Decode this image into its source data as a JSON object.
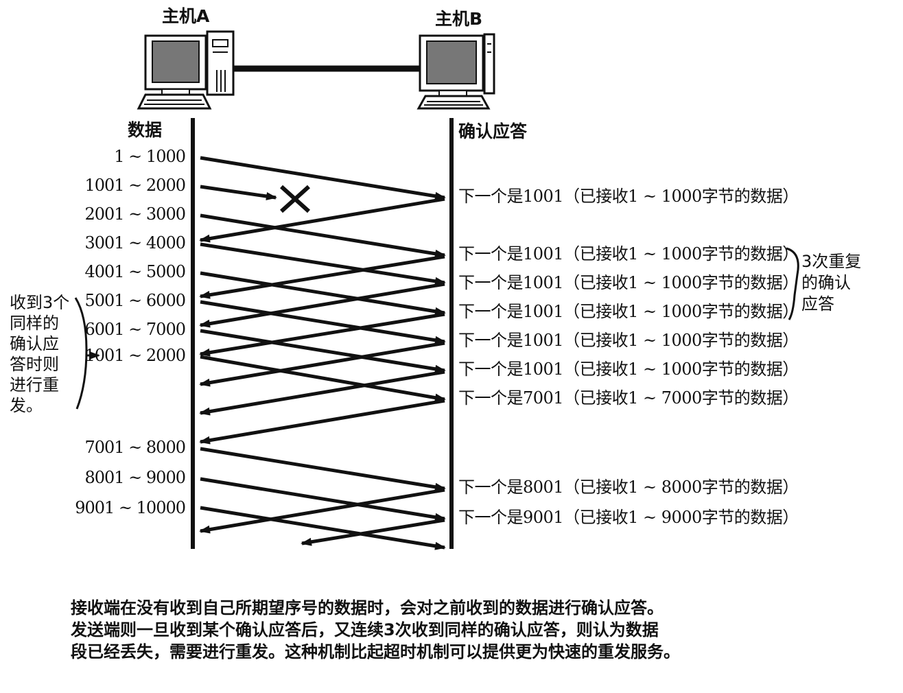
{
  "hosts": {
    "a_label": "主机A",
    "b_label": "主机B"
  },
  "column_headers": {
    "data": "数据",
    "ack": "确认应答"
  },
  "data_segments": [
    "1 ~ 1000",
    "1001 ~ 2000",
    "2001 ~ 3000",
    "3001 ~ 4000",
    "4001 ~ 5000",
    "5001 ~ 6000",
    "6001 ~ 7000",
    "1001 ~ 2000",
    "7001 ~ 8000",
    "8001 ~ 9000",
    "9001 ~ 10000"
  ],
  "acks": [
    "下一个是1001（已接收1 ~ 1000字节的数据）",
    "下一个是1001（已接收1 ~ 1000字节的数据）",
    "下一个是1001（已接收1 ~ 1000字节的数据）",
    "下一个是1001（已接收1 ~ 1000字节的数据）",
    "下一个是1001（已接收1 ~ 1000字节的数据）",
    "下一个是1001（已接收1 ~ 1000字节的数据）",
    "下一个是7001（已接收1 ~ 7000字节的数据）",
    "下一个是8001（已接收1 ~ 8000字节的数据）",
    "下一个是9001（已接收1 ~ 9000字节的数据）"
  ],
  "annotations": {
    "left_note": [
      "收到3个",
      "同样的",
      "确认应",
      "答时则",
      "进行重",
      "发。"
    ],
    "right_note": [
      "3次重复",
      "的确认",
      "应答"
    ]
  },
  "caption": [
    "接收端在没有收到自己所期望序号的数据时，会对之前收到的数据进行确认应答。",
    "发送端则一旦收到某个确认应答后，又连续3次收到同样的确认应答，则认为数据",
    "段已经丢失，需要进行重发。这种机制比起超时机制可以提供更为快速的重发服务。"
  ]
}
